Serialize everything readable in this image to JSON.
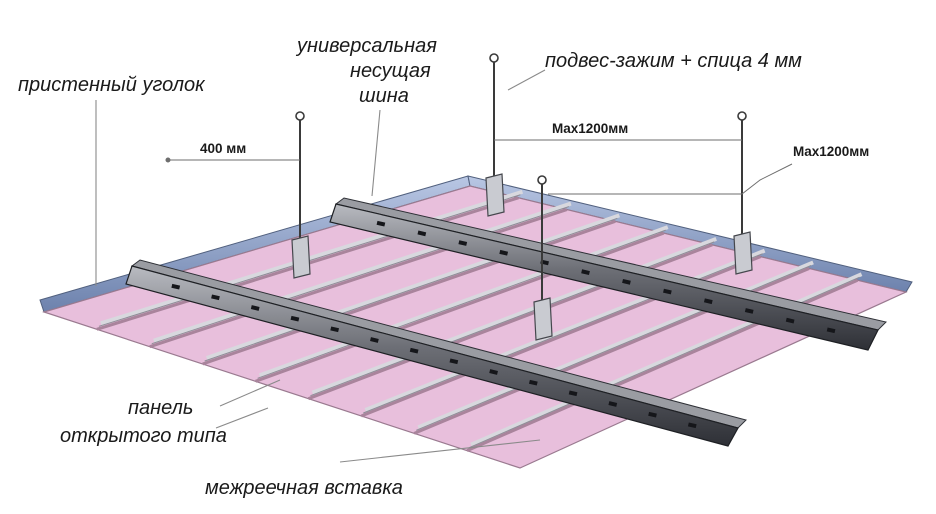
{
  "labels": {
    "wall_angle": "пристенный уголок",
    "carrier_line1": "универсальная",
    "carrier_line2": "несущая",
    "carrier_line3": "шина",
    "hanger": "подвес-зажим + спица 4 мм",
    "panel_line1": "панель",
    "panel_line2": "открытого типа",
    "insert": "межреечная вставка"
  },
  "dimensions": {
    "edge_offset": "400 мм",
    "max_span_1": "Max1200мм",
    "max_span_2": "Max1200мм"
  },
  "colors": {
    "panel": "#e8bfdc",
    "panel_shadow": "#a9849c",
    "wall_angle": "#8fa3c9",
    "rail": "#4a4c52",
    "rail_light": "#9a9ca2",
    "insert": "#cfcfd6",
    "leader": "#8a8a8a"
  }
}
